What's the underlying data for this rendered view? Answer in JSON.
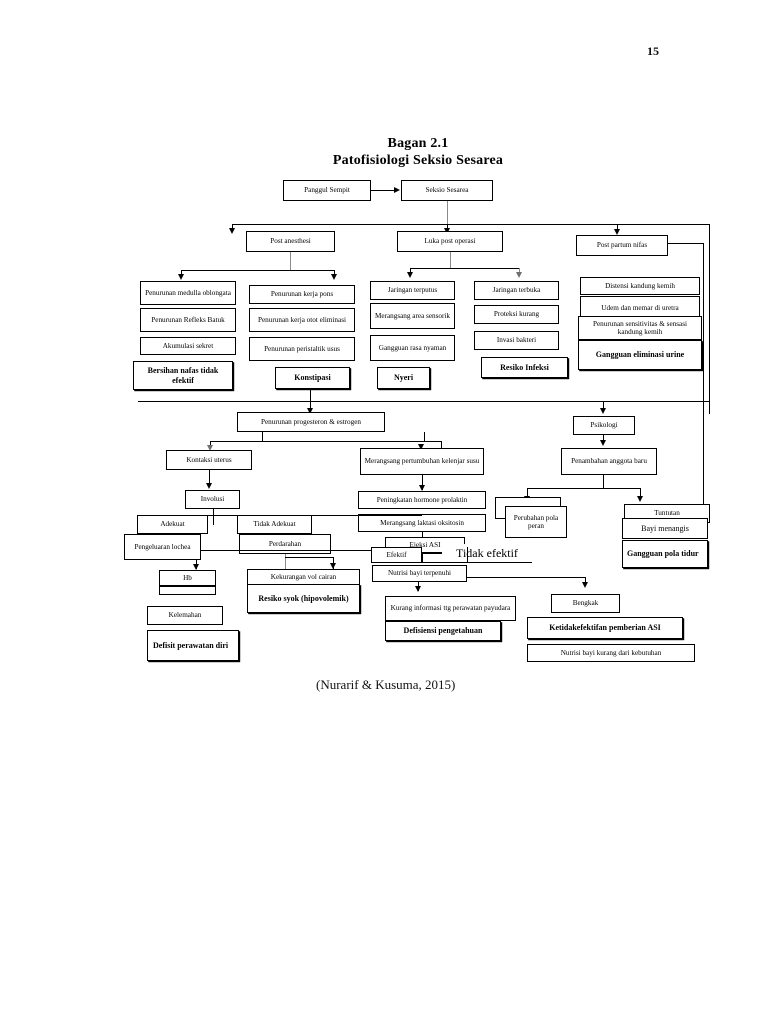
{
  "page": {
    "number": "15",
    "citation": "(Nurarif & Kusuma, 2015)"
  },
  "title": {
    "line1": "Bagan 2.1",
    "line2": "Patofisiologi Seksio Sesarea"
  },
  "chart_data": {
    "type": "diagram",
    "title": "Bagan 2.1 Patofisiologi Seksio Sesarea",
    "source": "(Nurarif & Kusuma, 2015)",
    "nodes": [
      {
        "id": "n01",
        "label": "Panggul Sempit"
      },
      {
        "id": "n02",
        "label": "Seksio Sesarea"
      },
      {
        "id": "n03",
        "label": "Post anesthesi"
      },
      {
        "id": "n04",
        "label": "Luka post operasi"
      },
      {
        "id": "n05",
        "label": "Post partum nifas"
      },
      {
        "id": "n06",
        "label": "Penurunan medulla oblongata"
      },
      {
        "id": "n07",
        "label": "Penurunan Refleks Batuk"
      },
      {
        "id": "n08",
        "label": "Akumulasi sekret"
      },
      {
        "id": "n09",
        "label": "Bersihan nafas tidak efektif",
        "bold": true
      },
      {
        "id": "n10",
        "label": "Penurunan kerja pons"
      },
      {
        "id": "n11",
        "label": "Penurunan kerja otot eliminasi"
      },
      {
        "id": "n12",
        "label": "Penurunan peristaltik usus"
      },
      {
        "id": "n13",
        "label": "Konstipasi",
        "bold": true
      },
      {
        "id": "n14",
        "label": "Jaringan terputus"
      },
      {
        "id": "n15",
        "label": "Merangsang area sensorik"
      },
      {
        "id": "n16",
        "label": "Gangguan rasa nyaman"
      },
      {
        "id": "n17",
        "label": "Nyeri",
        "bold": true
      },
      {
        "id": "n18",
        "label": "Jaringan terbuka"
      },
      {
        "id": "n19",
        "label": "Proteksi kurang"
      },
      {
        "id": "n20",
        "label": "Invasi bakteri"
      },
      {
        "id": "n21",
        "label": "Resiko Infeksi",
        "bold": true
      },
      {
        "id": "n22",
        "label": "Distensi kandung kemih"
      },
      {
        "id": "n23",
        "label": "Udem dan memar di uretra"
      },
      {
        "id": "n24",
        "label": "Penurunan sensitivitas & sensasi kandung kemih"
      },
      {
        "id": "n25",
        "label": "Gangguan eliminasi urine",
        "bold": true
      },
      {
        "id": "n26",
        "label": "Penurunan progesteron & estrogen"
      },
      {
        "id": "n27",
        "label": "Psikologi"
      },
      {
        "id": "n28",
        "label": "Kontaksi uterus"
      },
      {
        "id": "n29",
        "label": "Merangsang pertumbuhan kelenjar susu"
      },
      {
        "id": "n30",
        "label": "Penambahan anggota baru"
      },
      {
        "id": "n31",
        "label": "Involusi"
      },
      {
        "id": "n32",
        "label": "Peningkatan hormone prolaktin"
      },
      {
        "id": "n33",
        "label": "Merangsang laktasi oksitosin"
      },
      {
        "id": "n34",
        "label": "Adekuat"
      },
      {
        "id": "n35",
        "label": "Tidak Adekuat"
      },
      {
        "id": "n36",
        "label": "Pengeluaran lochea"
      },
      {
        "id": "n37",
        "label": "Perdarahan"
      },
      {
        "id": "n38",
        "label": "Ejeksi ASI"
      },
      {
        "id": "n39",
        "label": "Efektif"
      },
      {
        "id": "n40",
        "label": "Tidak efektif"
      },
      {
        "id": "n41",
        "label": "Perubahan pola peran"
      },
      {
        "id": "n42",
        "label": "Tuntutan"
      },
      {
        "id": "n43",
        "label": "Bayi menangis"
      },
      {
        "id": "n44",
        "label": "Gangguan pola tidur",
        "bold": true
      },
      {
        "id": "n45",
        "label": "Hb"
      },
      {
        "id": "n46",
        "label": "Kelemahan"
      },
      {
        "id": "n47",
        "label": "Defisit perawatan diri",
        "bold": true
      },
      {
        "id": "n48",
        "label": "Kekurangan vol cairan"
      },
      {
        "id": "n49",
        "label": "Resiko syok (hipovolemik)",
        "bold": true
      },
      {
        "id": "n50",
        "label": "Nutrisi bayi terpenuhi"
      },
      {
        "id": "n51",
        "label": "Kurang informasi ttg perawatan payudara"
      },
      {
        "id": "n52",
        "label": "Defisiensi pengetahuan",
        "bold": true
      },
      {
        "id": "n53",
        "label": "Bengkak"
      },
      {
        "id": "n54",
        "label": "Ketidakefektifan pemberian ASI",
        "bold": true
      },
      {
        "id": "n55",
        "label": "Nutrisi bayi kurang dari kebutuhan"
      }
    ],
    "edges": [
      {
        "from": "n01",
        "to": "n02"
      },
      {
        "from": "n02",
        "to": "n03"
      },
      {
        "from": "n02",
        "to": "n04"
      },
      {
        "from": "n02",
        "to": "n05"
      },
      {
        "from": "n03",
        "to": "n06"
      },
      {
        "from": "n03",
        "to": "n10"
      },
      {
        "from": "n06",
        "to": "n07"
      },
      {
        "from": "n07",
        "to": "n08"
      },
      {
        "from": "n08",
        "to": "n09"
      },
      {
        "from": "n10",
        "to": "n11"
      },
      {
        "from": "n11",
        "to": "n12"
      },
      {
        "from": "n12",
        "to": "n13"
      },
      {
        "from": "n04",
        "to": "n14"
      },
      {
        "from": "n04",
        "to": "n18"
      },
      {
        "from": "n14",
        "to": "n15"
      },
      {
        "from": "n15",
        "to": "n16"
      },
      {
        "from": "n16",
        "to": "n17"
      },
      {
        "from": "n18",
        "to": "n19"
      },
      {
        "from": "n19",
        "to": "n20"
      },
      {
        "from": "n20",
        "to": "n21"
      },
      {
        "from": "n05",
        "to": "n22"
      },
      {
        "from": "n22",
        "to": "n23"
      },
      {
        "from": "n23",
        "to": "n24"
      },
      {
        "from": "n24",
        "to": "n25"
      },
      {
        "from": "n05",
        "to": "n26"
      },
      {
        "from": "n05",
        "to": "n27"
      },
      {
        "from": "n26",
        "to": "n28"
      },
      {
        "from": "n26",
        "to": "n29"
      },
      {
        "from": "n28",
        "to": "n31"
      },
      {
        "from": "n31",
        "to": "n34"
      },
      {
        "from": "n31",
        "to": "n35"
      },
      {
        "from": "n34",
        "to": "n36"
      },
      {
        "from": "n35",
        "to": "n37"
      },
      {
        "from": "n36",
        "to": "n45"
      },
      {
        "from": "n45",
        "to": "n46"
      },
      {
        "from": "n46",
        "to": "n47"
      },
      {
        "from": "n37",
        "to": "n48"
      },
      {
        "from": "n48",
        "to": "n49"
      },
      {
        "from": "n29",
        "to": "n32"
      },
      {
        "from": "n32",
        "to": "n33"
      },
      {
        "from": "n33",
        "to": "n38"
      },
      {
        "from": "n38",
        "to": "n39"
      },
      {
        "from": "n38",
        "to": "n40"
      },
      {
        "from": "n39",
        "to": "n50"
      },
      {
        "from": "n50",
        "to": "n51"
      },
      {
        "from": "n51",
        "to": "n52"
      },
      {
        "from": "n40",
        "to": "n53"
      },
      {
        "from": "n53",
        "to": "n54"
      },
      {
        "from": "n54",
        "to": "n55"
      },
      {
        "from": "n27",
        "to": "n30"
      },
      {
        "from": "n30",
        "to": "n41"
      },
      {
        "from": "n30",
        "to": "n42"
      },
      {
        "from": "n42",
        "to": "n43"
      },
      {
        "from": "n43",
        "to": "n44"
      }
    ]
  }
}
